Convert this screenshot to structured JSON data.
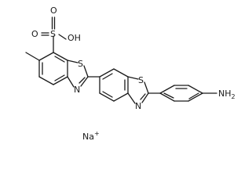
{
  "molecule": {
    "atoms": {
      "oxygen_top": "O",
      "oxygen_left": "O",
      "sulfur_sulfonyl": "S",
      "hydroxyl": "OH",
      "sulfur_ring_1": "S",
      "nitrogen_ring_1": "N",
      "sulfur_ring_2": "S",
      "nitrogen_ring_2": "N",
      "amine": "NH",
      "amine_subscript": "2"
    },
    "counterion": {
      "label": "Na",
      "charge": "+"
    }
  }
}
